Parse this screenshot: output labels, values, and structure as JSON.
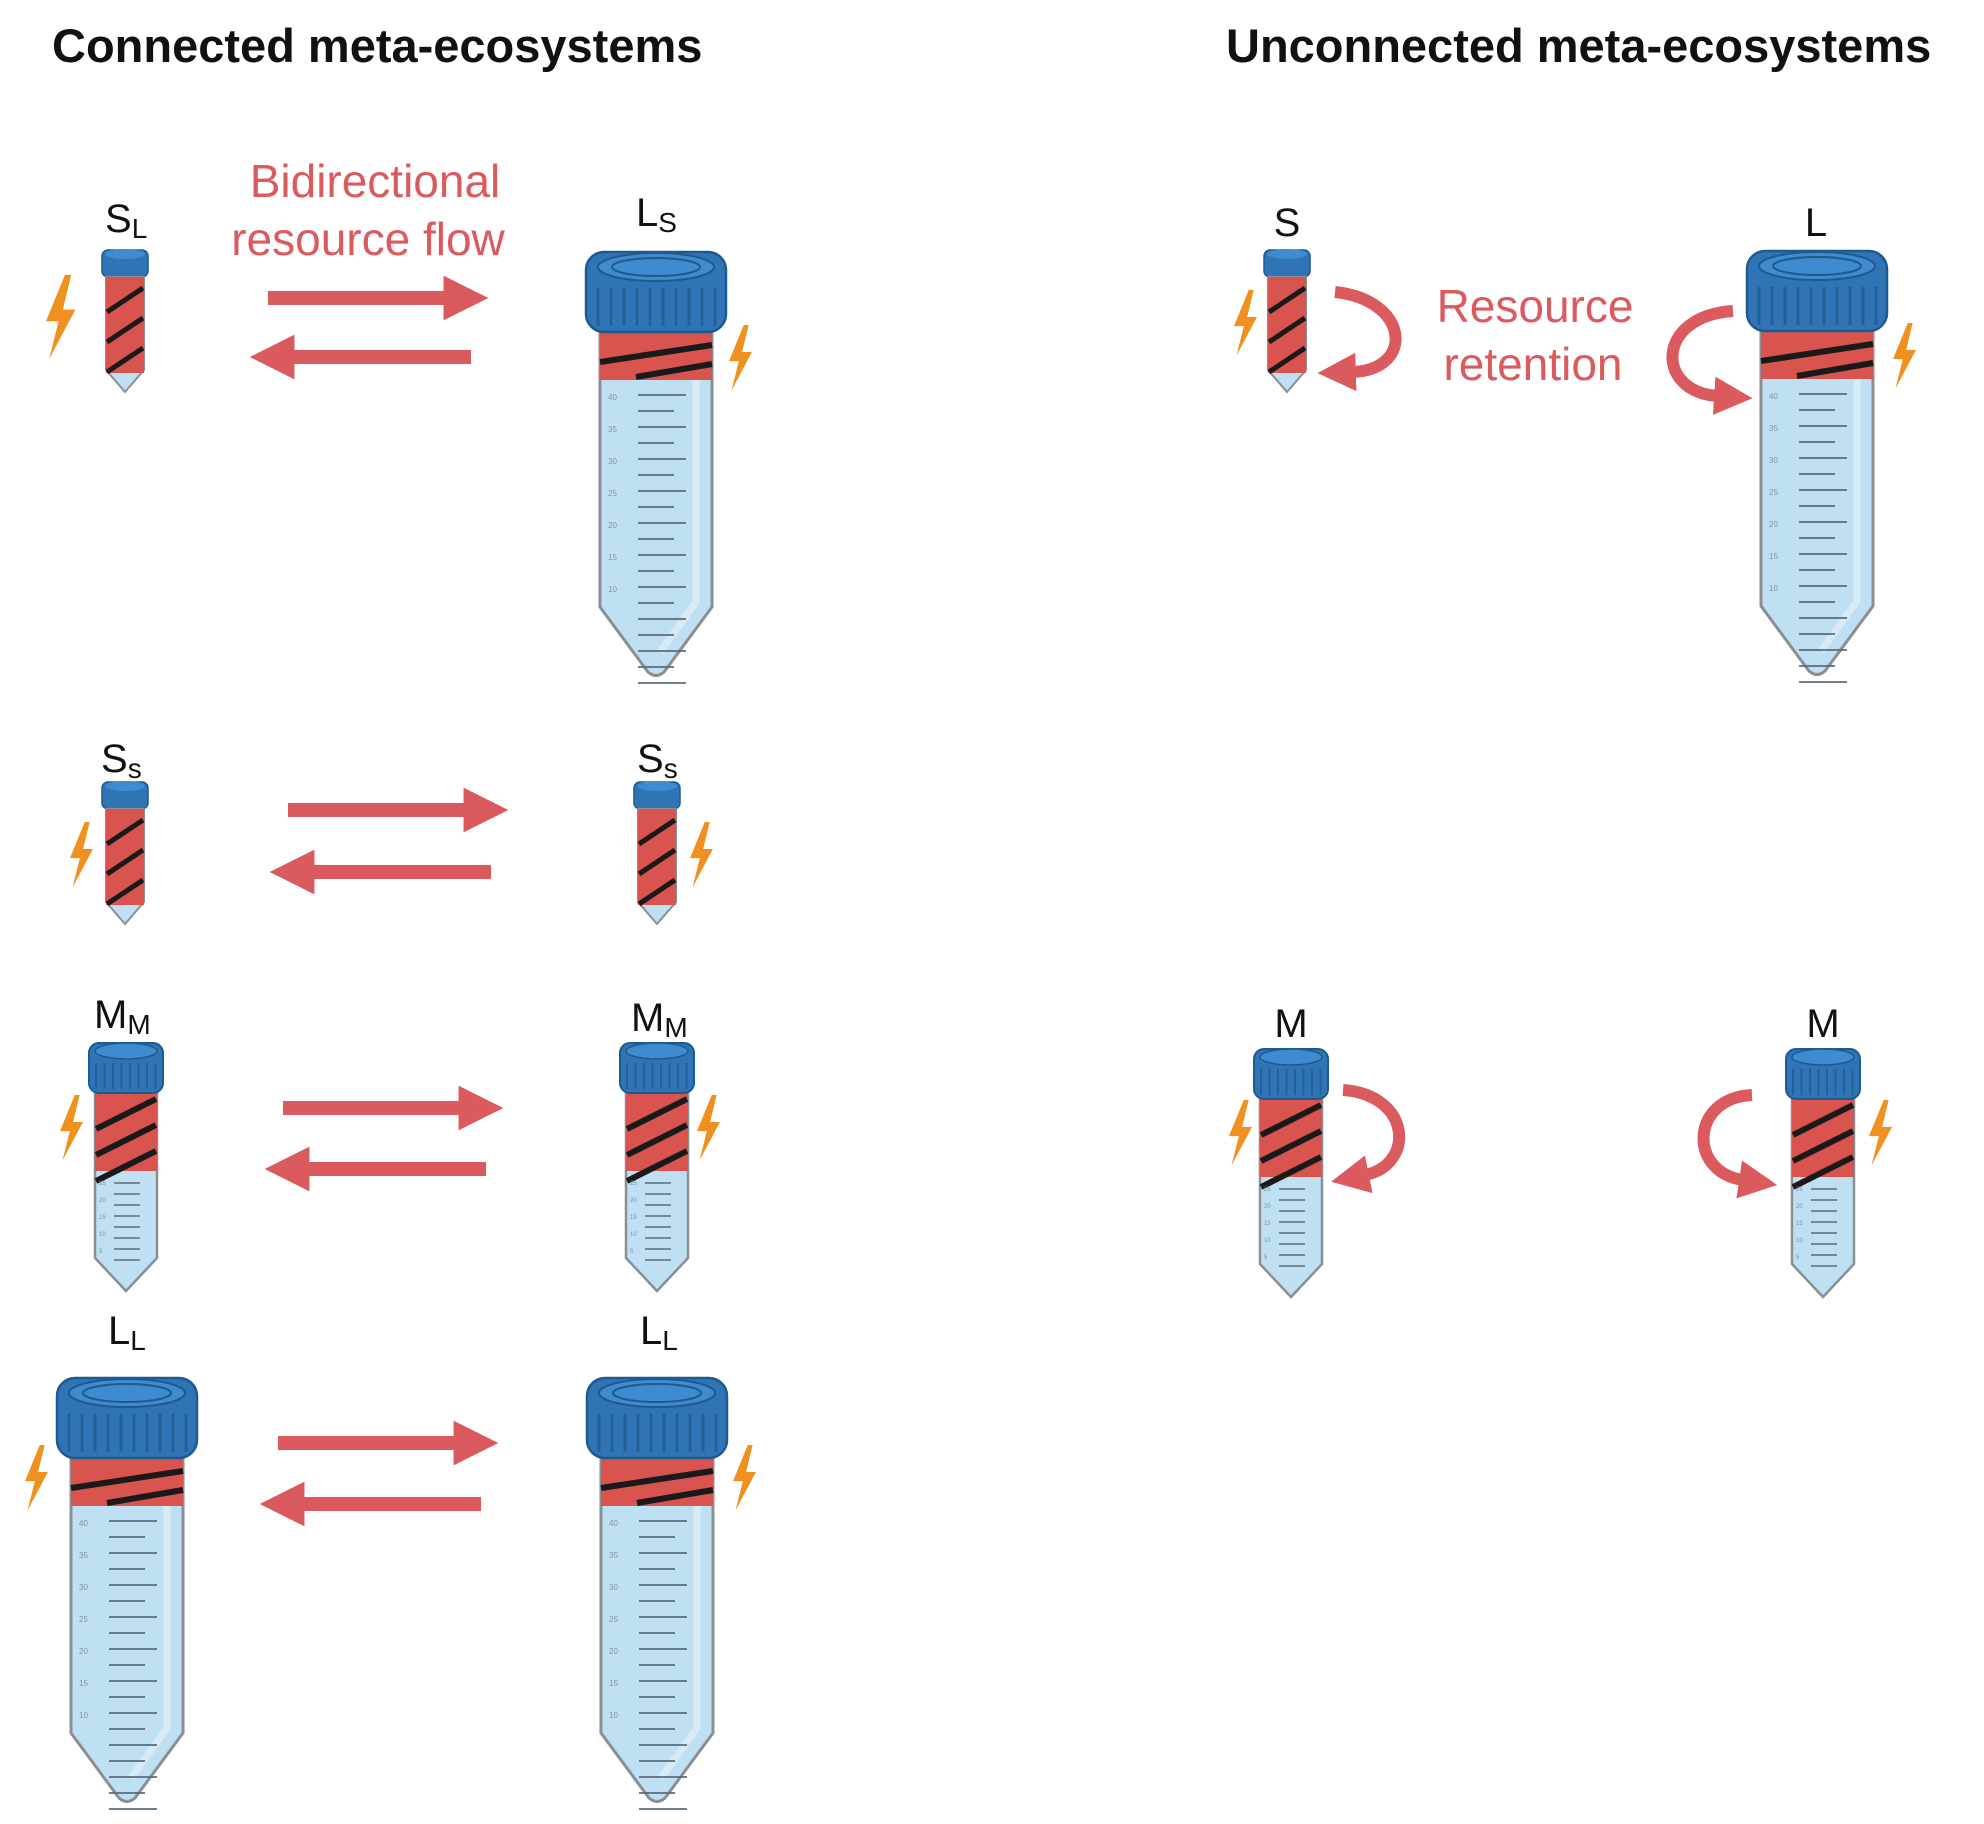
{
  "colors": {
    "arrow": "#DB5A5E",
    "cap": "#2F74B5",
    "cap_top": "#3E8BD0",
    "band": "#D9534F",
    "tube_fill": "#BFE0F2",
    "tube_outline": "#8A8F94",
    "bolt": "#F0901E"
  },
  "icons": {
    "tube": "centrifuge-tube-icon",
    "bolt": "lightning-bolt-icon",
    "arrow": "flow-arrow-icon",
    "curved_arrow": "retention-arrow-icon"
  },
  "titles": {
    "connected": "Connected meta-ecosystems",
    "unconnected": "Unconnected meta-ecosystems"
  },
  "annotations": {
    "flow_line1": "Bidirectional",
    "flow_line2": "resource flow",
    "retention_line1": "Resource",
    "retention_line2": "retention"
  },
  "labels": {
    "c1_left": {
      "main": "S",
      "sub": "L"
    },
    "c1_right": {
      "main": "L",
      "sub": "S"
    },
    "c2_left": {
      "main": "S",
      "sub": "s"
    },
    "c2_right": {
      "main": "S",
      "sub": "s"
    },
    "c3_left": {
      "main": "M",
      "sub": "M"
    },
    "c3_right": {
      "main": "M",
      "sub": "M"
    },
    "c4_left": {
      "main": "L",
      "sub": "L"
    },
    "c4_right": {
      "main": "L",
      "sub": "L"
    },
    "u1_left": {
      "main": "S"
    },
    "u1_right": {
      "main": "L"
    },
    "u2_left": {
      "main": "M"
    },
    "u2_right": {
      "main": "M"
    }
  },
  "tube_scale_large": [
    "40",
    "35",
    "30",
    "25",
    "20",
    "15",
    "10"
  ],
  "tube_scale_medium": [
    "25",
    "20",
    "15",
    "10",
    "5"
  ]
}
